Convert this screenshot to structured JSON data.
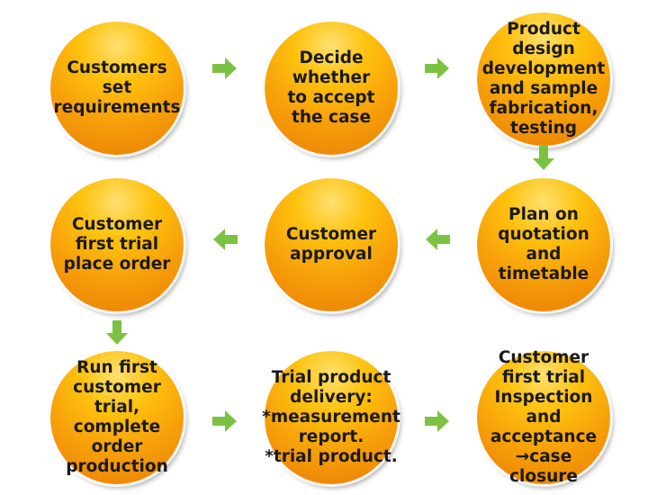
{
  "steps": [
    {
      "id": 1,
      "label": "Customers\nset\nrequirements"
    },
    {
      "id": 2,
      "label": "Decide\nwhether\nto accept\nthe case"
    },
    {
      "id": 3,
      "label": "Product design\ndevelopment\nand sample\nfabrication,\ntesting"
    },
    {
      "id": 4,
      "label": "Plan on\nquotation\nand\ntimetable"
    },
    {
      "id": 5,
      "label": "Customer\napproval"
    },
    {
      "id": 6,
      "label": "Customer\nfirst trial\nplace order"
    },
    {
      "id": 7,
      "label": "Run first\ncustomer trial,\ncomplete\norder\nproduction"
    },
    {
      "id": 8,
      "label": "Trial product\ndelivery:\n*measurement\nreport.\n*trial product."
    },
    {
      "id": 9,
      "label": "Customer\nfirst trial\nInspection\nand acceptance\n→case closure"
    }
  ],
  "colors": {
    "arrow": "#7cc242",
    "circle_fill": "#f7a00a",
    "circle_highlight": "#ffe070",
    "text": "#1a1a1a"
  },
  "arrow_icons": [
    "arrow-right-icon",
    "arrow-down-icon",
    "arrow-left-icon"
  ]
}
